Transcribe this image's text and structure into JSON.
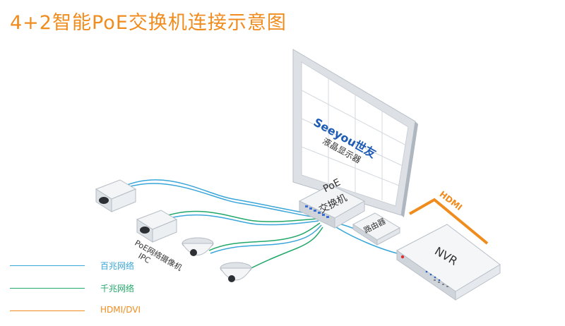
{
  "title": "4+2智能PoE交换机连接示意图",
  "monitor": {
    "brand": "Seeyou世友",
    "label": "液晶显示器"
  },
  "switch": {
    "line1": "PoE",
    "line2": "交换机"
  },
  "router": {
    "label": "路由器"
  },
  "nvr": {
    "label": "NVR"
  },
  "hdmi_cable": {
    "label": "HDMI"
  },
  "cameras": {
    "label_line1": "PoE网络摄像机",
    "label_line2": "IPC"
  },
  "legend": [
    {
      "label": "百兆网络",
      "color": "#3aa6d9"
    },
    {
      "label": "千兆网络",
      "color": "#22a86a"
    },
    {
      "label": "HDMI/DVI",
      "color": "#f08c1e"
    }
  ],
  "colors": {
    "title": "#f08c1e",
    "blue": "#3aa6d9",
    "green": "#22a86a",
    "orange": "#f08c1e"
  }
}
